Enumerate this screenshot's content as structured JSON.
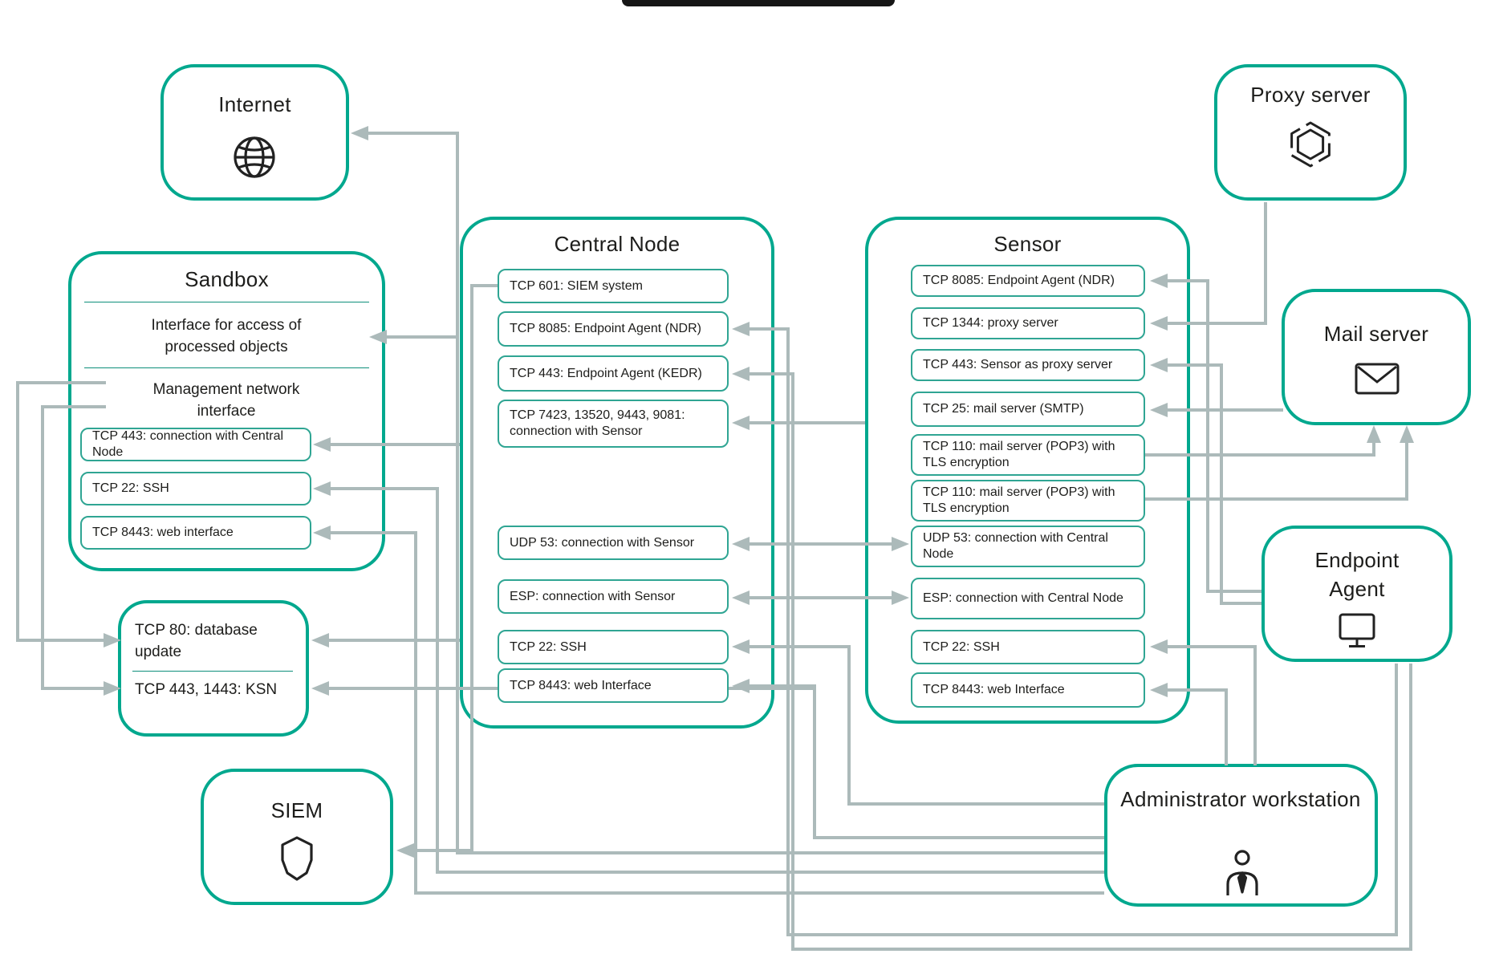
{
  "nodes": {
    "internet": {
      "title": "Internet"
    },
    "proxy_server": {
      "title": "Proxy server"
    },
    "mail_server": {
      "title": "Mail server"
    },
    "endpoint_agent": {
      "title": "Endpoint Agent"
    },
    "admin_workstation": {
      "title": "Administrator workstation"
    },
    "siem": {
      "title": "SIEM"
    },
    "sandbox": {
      "title": "Sandbox",
      "interface_section": "Interface for access of processed objects",
      "management_section": "Management network interface",
      "ports": [
        "TCP 443: connection with Central Node",
        "TCP 22: SSH",
        "TCP 8443: web interface"
      ]
    },
    "update_server": {
      "rows": [
        "TCP 80: database update",
        "TCP 443, 1443: KSN"
      ]
    },
    "central_node": {
      "title": "Central Node",
      "ports": [
        "TCP 601: SIEM system",
        "TCP 8085: Endpoint Agent (NDR)",
        "TCP 443: Endpoint Agent (KEDR)",
        "TCP 7423, 13520, 9443, 9081: connection with Sensor",
        "UDP 53: connection with Sensor",
        "ESP: connection with Sensor",
        "TCP 22: SSH",
        "TCP 8443: web Interface"
      ]
    },
    "sensor": {
      "title": "Sensor",
      "ports": [
        "TCP 8085: Endpoint Agent (NDR)",
        "TCP 1344: proxy server",
        "TCP 443: Sensor as proxy server",
        "TCP 25: mail server (SMTP)",
        "TCP 110: mail server (POP3) with TLS encryption",
        "TCP 110: mail server (POP3) with TLS encryption",
        "UDP 53: connection with Central Node",
        "ESP: connection with Central Node",
        "TCP 22: SSH",
        "TCP 8443: web Interface"
      ]
    }
  },
  "colors": {
    "accent": "#00A88E",
    "connector": "#ACBABA",
    "text": "#1D1D1B"
  }
}
